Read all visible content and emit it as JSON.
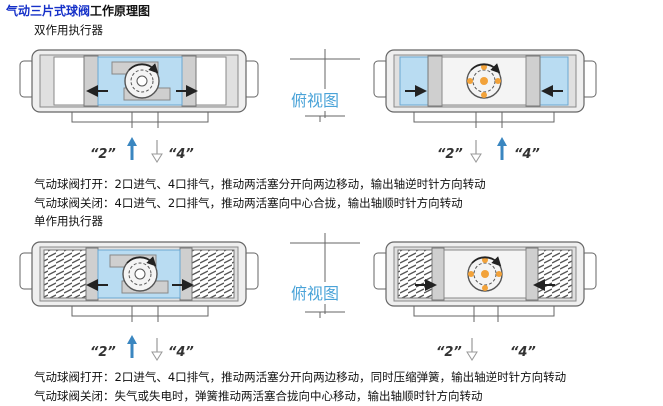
{
  "title_highlight": "气动三片式球阀",
  "title_rest": "工作原理图",
  "section1_heading": "双作用执行器",
  "section2_heading": "单作用执行器",
  "top_view_label_1": "俯视图",
  "top_view_label_2": "俯视图",
  "port_labels": {
    "p2": "“2”",
    "p4": "“4”"
  },
  "double_open": "气动球阀打开：2口进气、4口排气，推动两活塞分开向两边移动，输出轴逆时针方向转动",
  "double_close": "气动球阀关闭：4口进气、2口排气，推动两活塞向中心合拢，输出轴顺时针方向转动",
  "single_open": "气动球阀打开：2口进气、4口排气，推动两活塞分开向两边移动，同时压缩弹簧，输出轴逆时针方向转动",
  "single_close": "气动球阀关闭：失气或失电时，弹簧推动两活塞合拢向中心移动，输出轴顺时针方向转动",
  "colors": {
    "air": "#b9dcf2",
    "air_dark": "#3a86c0",
    "body": "#e6e6e6",
    "outline": "#666666",
    "gear": "#f2a23a"
  }
}
